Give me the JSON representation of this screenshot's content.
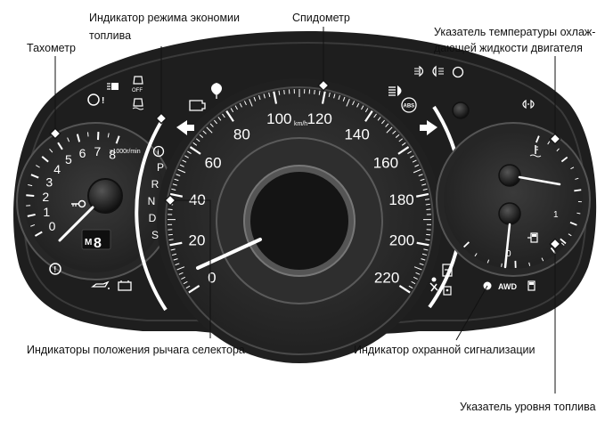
{
  "callouts": {
    "tachometer": "Тахометр",
    "eco_mode_line1": "Индикатор режима экономии",
    "eco_mode_line2": "топлива",
    "speedometer": "Спидометр",
    "coolant_line1": "Указатель температуры охлаж-",
    "coolant_line2": "дающей жидкости двигателя",
    "gear_position": "Индикаторы положения рычага селектора",
    "security_alarm": "Индикатор охранной сигнализации",
    "fuel_level": "Указатель уровня топлива"
  },
  "tachometer": {
    "ticks": [
      "0",
      "1",
      "2",
      "3",
      "4",
      "5",
      "6",
      "7",
      "8"
    ],
    "unit": "x1000r/min",
    "gear_prefix": "M",
    "gear_digit": "8"
  },
  "speedometer": {
    "ticks": [
      "0",
      "20",
      "40",
      "60",
      "80",
      "100",
      "120",
      "140",
      "160",
      "180",
      "200",
      "220"
    ],
    "unit": "km/h"
  },
  "gear_selector": {
    "letters": [
      "P",
      "R",
      "N",
      "D",
      "S"
    ]
  },
  "temp_fuel_gauge": {
    "fuel_empty": "0",
    "fuel_full": "1"
  },
  "indicators": {
    "off_label": "OFF",
    "abs_label": "ABS",
    "awd_label": "AWD",
    "warning_symbol": "!",
    "info_symbol": "i"
  },
  "colors": {
    "background": "#ffffff",
    "bezel": "#1e1e1e",
    "dial": "#2b2b2b",
    "text": "#111111",
    "markings": "#ffffff"
  }
}
